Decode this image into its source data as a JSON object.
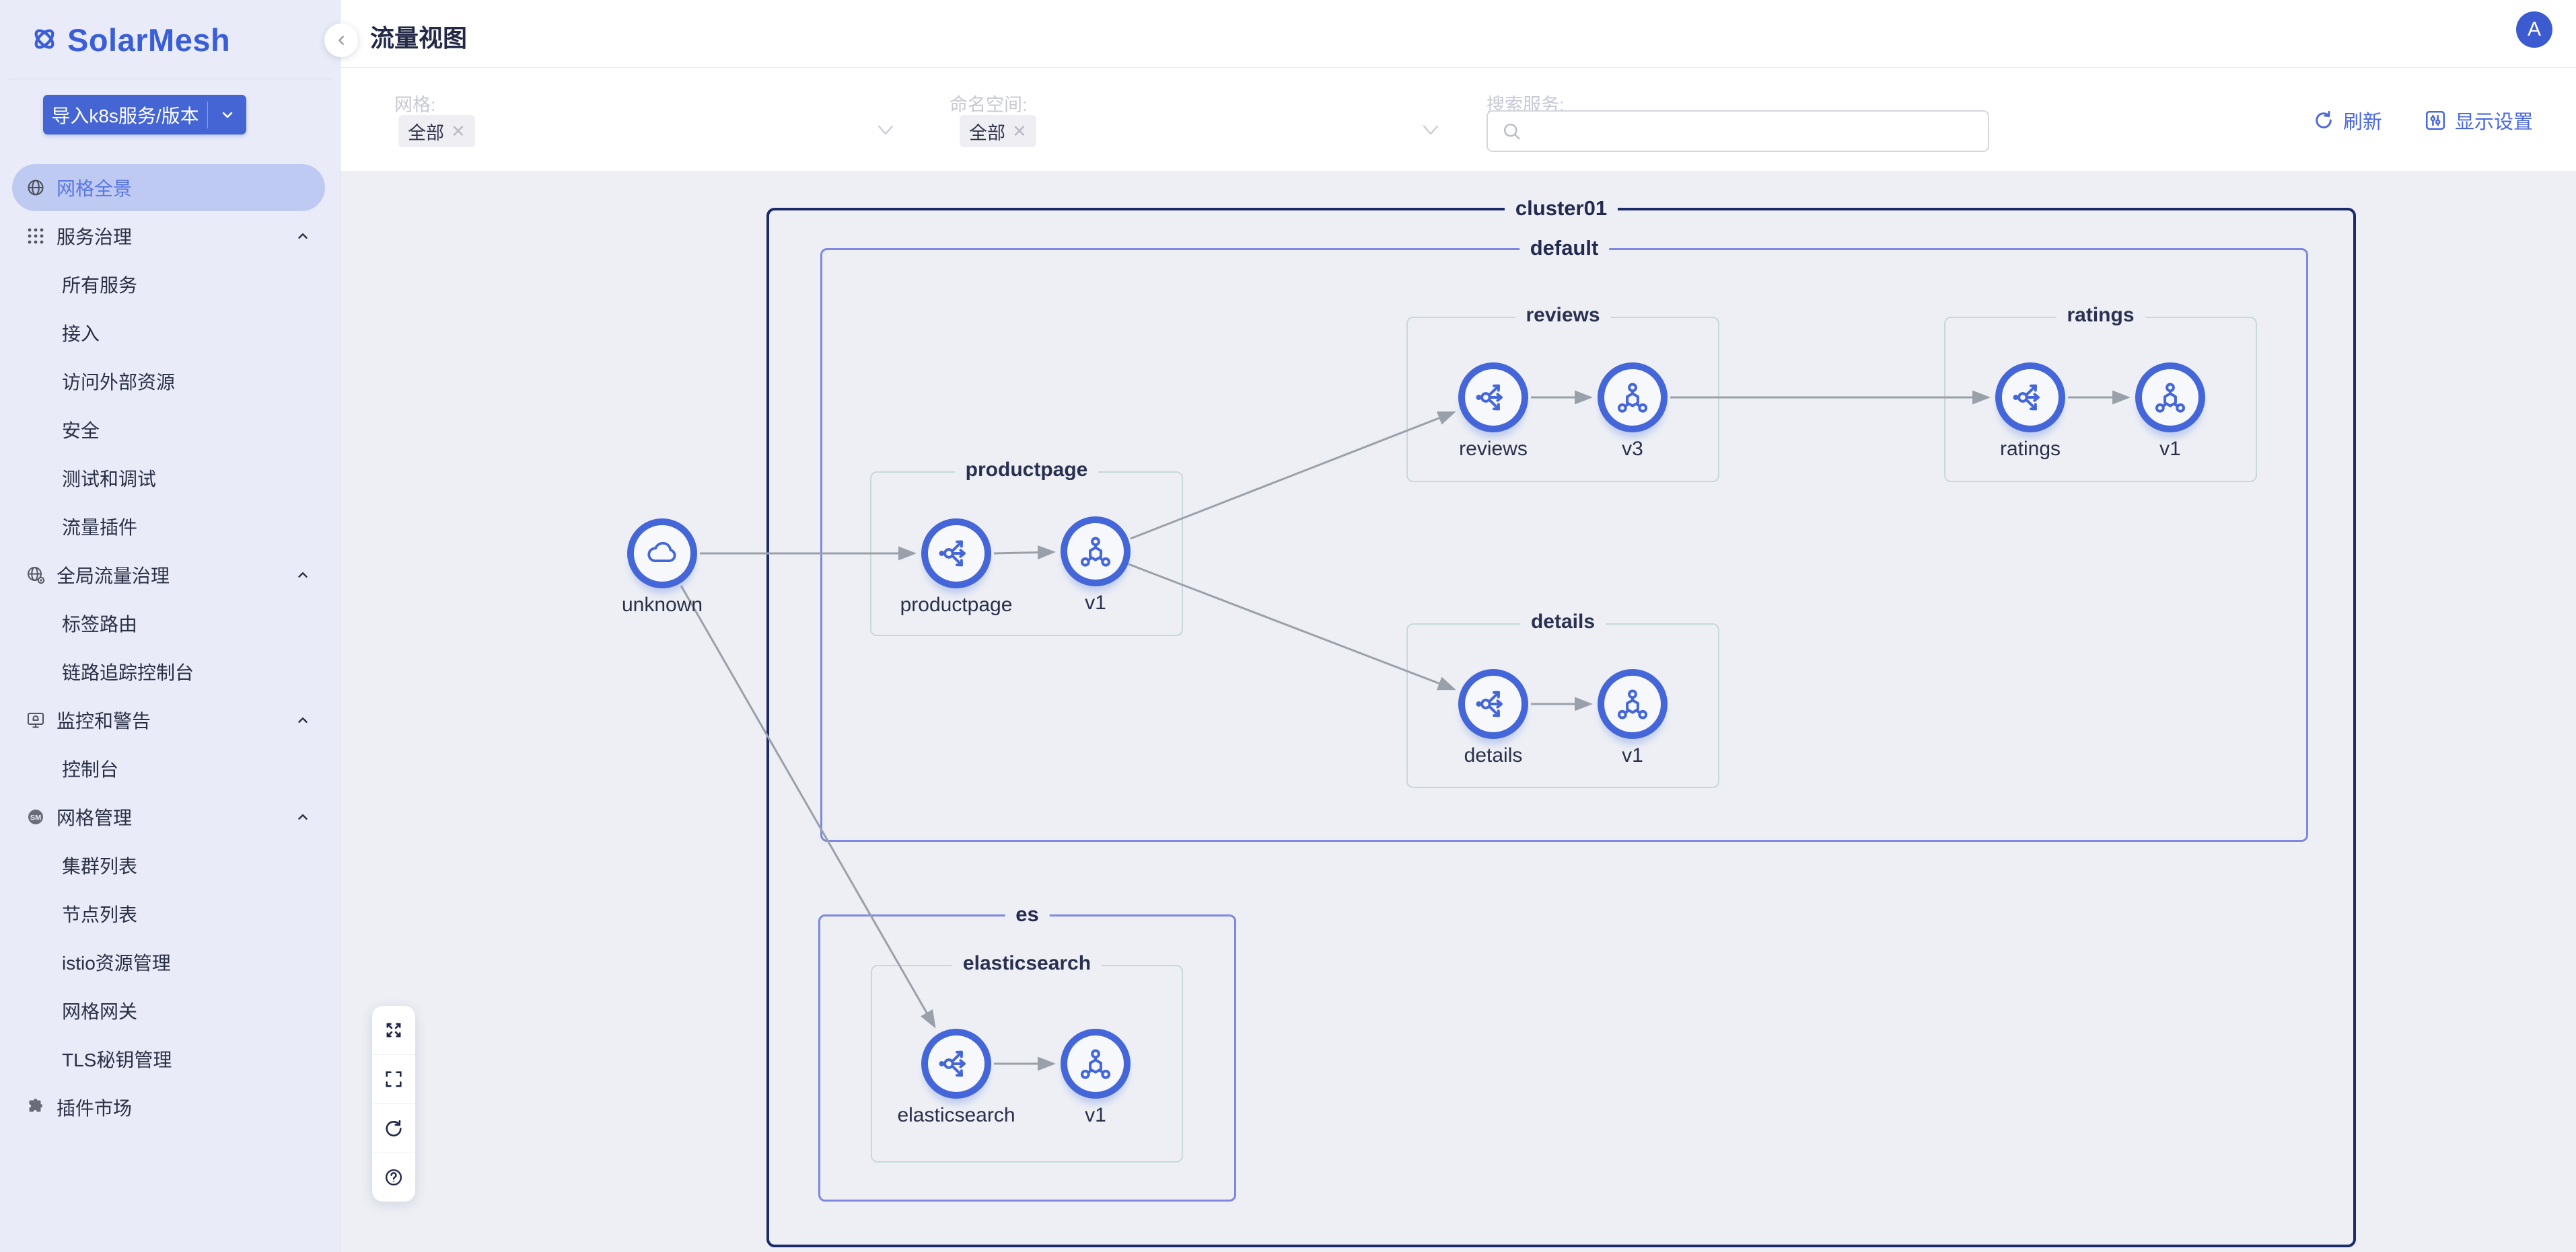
{
  "app": {
    "name": "SolarMesh"
  },
  "header": {
    "title": "流量视图",
    "avatar_initial": "A"
  },
  "sidebar": {
    "import_button": {
      "label": "导入k8s服务/版本"
    },
    "items": [
      {
        "label": "网格全景"
      },
      {
        "label": "服务治理"
      },
      {
        "label": "所有服务"
      },
      {
        "label": "接入"
      },
      {
        "label": "访问外部资源"
      },
      {
        "label": "安全"
      },
      {
        "label": "测试和调试"
      },
      {
        "label": "流量插件"
      },
      {
        "label": "全局流量治理"
      },
      {
        "label": "标签路由"
      },
      {
        "label": "链路追踪控制台"
      },
      {
        "label": "监控和警告"
      },
      {
        "label": "控制台"
      },
      {
        "label": "网格管理"
      },
      {
        "label": "集群列表"
      },
      {
        "label": "节点列表"
      },
      {
        "label": "istio资源管理"
      },
      {
        "label": "网格网关"
      },
      {
        "label": "TLS秘钥管理"
      },
      {
        "label": "插件市场"
      }
    ]
  },
  "filters": {
    "mesh_label": "网格:",
    "mesh_selected": "全部",
    "namespace_label": "命名空间:",
    "namespace_selected": "全部",
    "search_label": "搜索服务:",
    "actions": {
      "refresh": "刷新",
      "display_settings": "显示设置"
    }
  },
  "canvas_toolbar": {
    "buttons": [
      "expand-icon",
      "fullscreen-icon",
      "reload-icon",
      "help-icon"
    ]
  },
  "graph": {
    "cluster": {
      "label": "cluster01"
    },
    "namespaces": [
      {
        "label": "default"
      },
      {
        "label": "es"
      }
    ],
    "apps": [
      {
        "label": "reviews"
      },
      {
        "label": "ratings"
      },
      {
        "label": "productpage"
      },
      {
        "label": "details"
      },
      {
        "label": "elasticsearch"
      }
    ],
    "nodes": [
      {
        "label": "unknown",
        "type": "external"
      },
      {
        "label": "productpage",
        "type": "service"
      },
      {
        "label": "v1",
        "type": "workload"
      },
      {
        "label": "reviews",
        "type": "service"
      },
      {
        "label": "v3",
        "type": "workload"
      },
      {
        "label": "ratings",
        "type": "service"
      },
      {
        "label": "v1",
        "type": "workload"
      },
      {
        "label": "details",
        "type": "service"
      },
      {
        "label": "v1",
        "type": "workload"
      },
      {
        "label": "elasticsearch",
        "type": "service"
      },
      {
        "label": "v1",
        "type": "workload"
      }
    ],
    "edges": [
      {
        "from": "unknown",
        "to": "productpage"
      },
      {
        "from": "productpage",
        "to": "productpage-v1"
      },
      {
        "from": "productpage-v1",
        "to": "reviews"
      },
      {
        "from": "productpage-v1",
        "to": "details"
      },
      {
        "from": "unknown",
        "to": "elasticsearch"
      },
      {
        "from": "reviews",
        "to": "reviews-v3"
      },
      {
        "from": "reviews-v3",
        "to": "ratings"
      },
      {
        "from": "ratings",
        "to": "ratings-v1"
      },
      {
        "from": "details",
        "to": "details-v1"
      },
      {
        "from": "elasticsearch",
        "to": "elasticsearch-v1"
      }
    ]
  },
  "colors": {
    "accent": "#3f5fd6",
    "cluster_border": "#1b2a6b",
    "namespace_border": "#7d88de",
    "app_border": "#c6d9da",
    "node_ring": "#4466d8",
    "edge": "#9aa0aa",
    "sidebar_selected_bg": "#bfcaf3",
    "canvas_bg": "#edeff4"
  }
}
